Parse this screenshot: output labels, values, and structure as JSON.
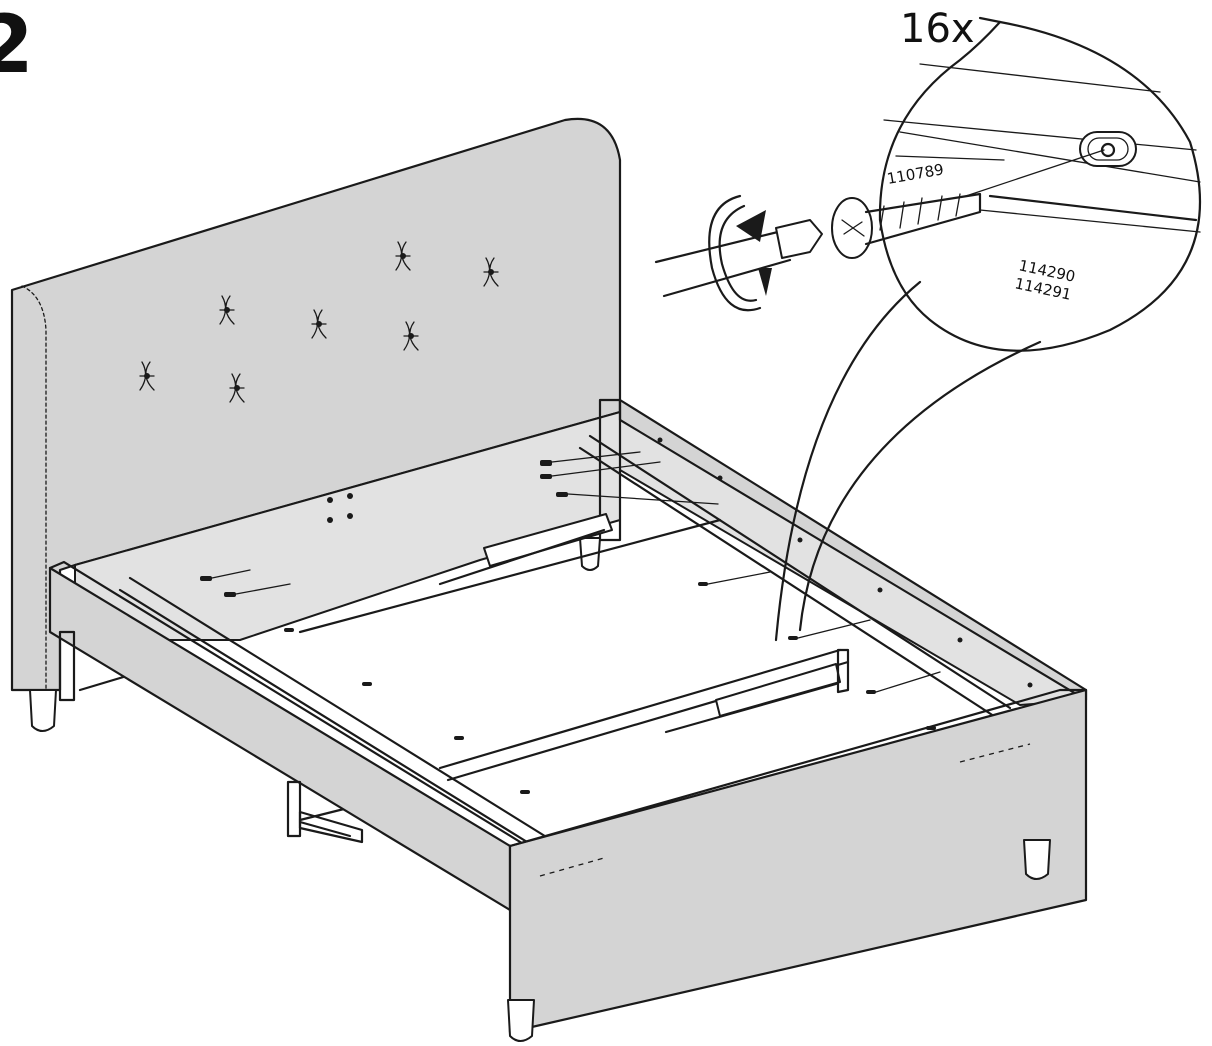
{
  "step": {
    "number": "2"
  },
  "detail": {
    "quantity": "16x",
    "screw_part": "110789",
    "rail_part_a": "114290",
    "rail_part_b": "114291"
  },
  "icons": {
    "screwdriver": "screwdriver-icon",
    "rotate": "clockwise-rotation-icon",
    "screw": "screw-icon"
  }
}
